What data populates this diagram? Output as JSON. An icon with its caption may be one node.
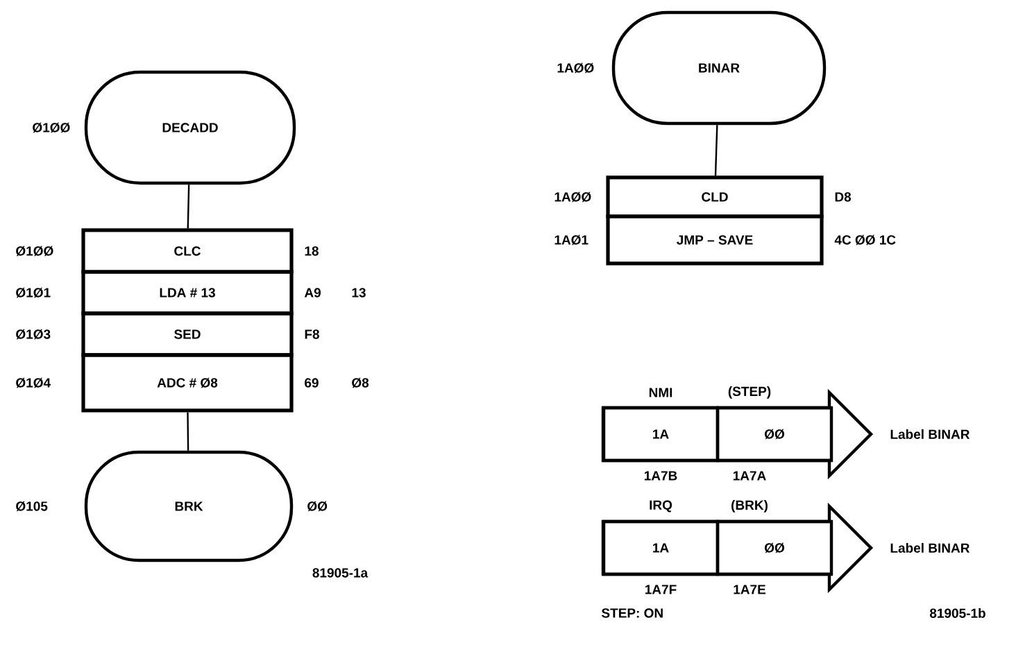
{
  "diagram": {
    "nodes": [
      {
        "text": [
          "DECADD"
        ],
        "beside": [
          "Ø1ØØ"
        ]
      },
      {
        "text": [
          "CLC"
        ],
        "beside": [
          "Ø1ØØ",
          "18"
        ]
      },
      {
        "text": [
          "LDA # 13"
        ],
        "beside": [
          "Ø1Ø1",
          "A9",
          "13"
        ]
      },
      {
        "text": [
          "SED"
        ],
        "beside": [
          "Ø1Ø3",
          "F8"
        ]
      },
      {
        "text": [
          "ADC # Ø8"
        ],
        "beside": [
          "Ø1Ø4",
          "69",
          "Ø8"
        ]
      },
      {
        "text": [
          "BRK"
        ],
        "beside": [
          "Ø105",
          "ØØ"
        ]
      },
      {
        "text": [
          "BINAR"
        ],
        "beside": [
          "1AØØ"
        ]
      },
      {
        "text": [
          "CLD"
        ],
        "beside": [
          "1AØØ",
          "D8"
        ]
      },
      {
        "text": [
          "JMP – SAVE"
        ],
        "beside": [
          "1AØ1",
          "4C ØØ 1C"
        ]
      },
      {
        "text": [],
        "shape": "arrow"
      },
      {
        "text": [
          "1A"
        ],
        "in": 9,
        "beside": [
          "NMI",
          "1A7B"
        ]
      },
      {
        "text": [
          "ØØ"
        ],
        "in": 9,
        "beside": [
          "(STEP)",
          "1A7A"
        ]
      },
      {
        "text": [],
        "shape": "arrow"
      },
      {
        "text": [
          "1A"
        ],
        "in": 12,
        "beside": [
          "IRQ",
          "1A7F"
        ]
      },
      {
        "text": [
          "ØØ"
        ],
        "in": 12,
        "beside": [
          "(BRK)",
          "1A7E"
        ]
      }
    ],
    "edges": [
      {
        "from": 0,
        "to": 1,
        "arrow": "none"
      },
      {
        "from": 4,
        "to": 5,
        "arrow": "none"
      },
      {
        "from": 6,
        "to": 7,
        "arrow": "none"
      }
    ],
    "labels": [
      "Label BINAR",
      "Label BINAR",
      "STEP: ON",
      "81905-1a",
      "81905-1b"
    ]
  }
}
